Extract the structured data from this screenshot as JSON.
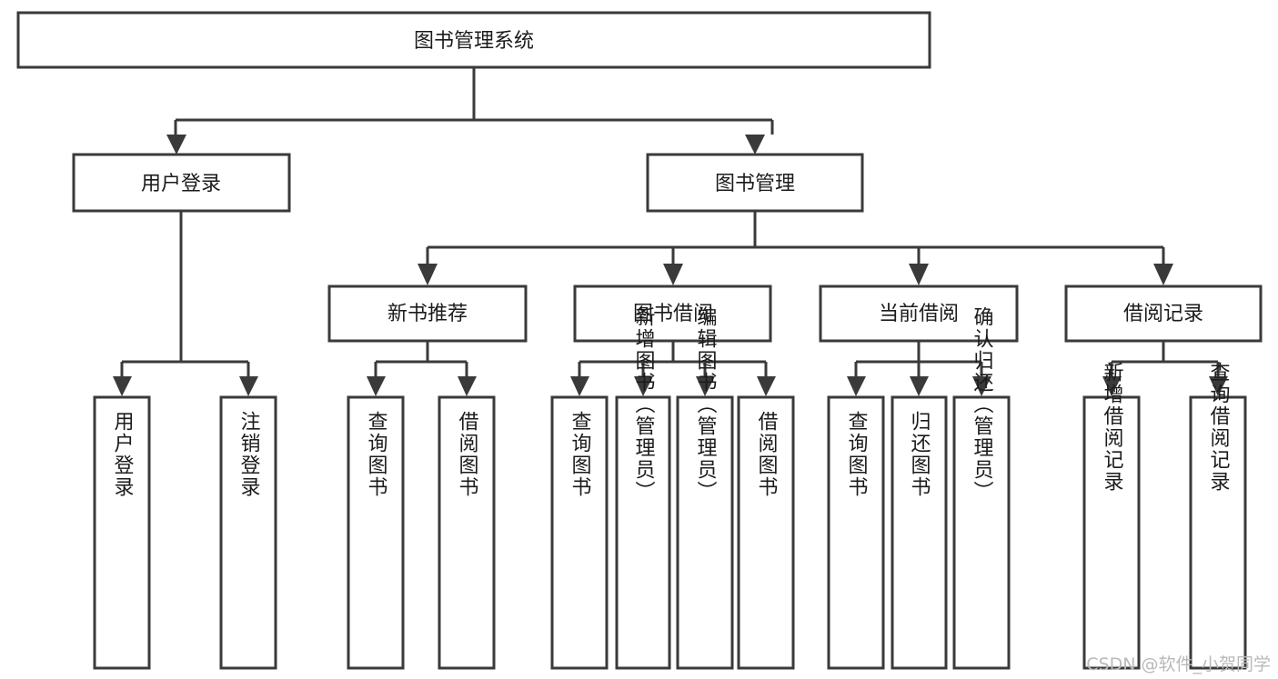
{
  "diagram": {
    "type": "tree",
    "title": "图书管理系统",
    "watermark": "CSDN @软件_小贺同学",
    "colors": {
      "stroke": "#3a3a3a",
      "fill": "#ffffff",
      "text": "#1b1b1b",
      "watermark": "#b9b9b9"
    },
    "levels": {
      "level1": [
        {
          "id": "root",
          "label": "图书管理系统"
        }
      ],
      "level2": [
        {
          "id": "user-login",
          "label": "用户登录"
        },
        {
          "id": "book-manage",
          "label": "图书管理"
        }
      ],
      "level3": [
        {
          "id": "new-book-rec",
          "label": "新书推荐",
          "parent": "book-manage"
        },
        {
          "id": "book-borrow",
          "label": "图书借阅",
          "parent": "book-manage"
        },
        {
          "id": "current-borrow",
          "label": "当前借阅",
          "parent": "book-manage"
        },
        {
          "id": "borrow-record",
          "label": "借阅记录",
          "parent": "book-manage"
        }
      ],
      "leaves": [
        {
          "id": "leaf-user-login",
          "label": "用户登录",
          "parent": "user-login"
        },
        {
          "id": "leaf-logout",
          "label": "注销登录",
          "parent": "user-login"
        },
        {
          "id": "leaf-query-book-1",
          "label": "查询图书",
          "parent": "new-book-rec"
        },
        {
          "id": "leaf-borrow-book-1",
          "label": "借阅图书",
          "parent": "new-book-rec"
        },
        {
          "id": "leaf-query-book-2",
          "label": "查询图书",
          "parent": "book-borrow"
        },
        {
          "id": "leaf-add-book",
          "label": "新增图书（管理员）",
          "parent": "book-borrow"
        },
        {
          "id": "leaf-edit-book",
          "label": "编辑图书（管理员）",
          "parent": "book-borrow"
        },
        {
          "id": "leaf-borrow-book-2",
          "label": "借阅图书",
          "parent": "book-borrow"
        },
        {
          "id": "leaf-query-book-3",
          "label": "查询图书",
          "parent": "current-borrow"
        },
        {
          "id": "leaf-return-book",
          "label": "归还图书",
          "parent": "current-borrow"
        },
        {
          "id": "leaf-confirm-return",
          "label": "确认归还（管理员）",
          "parent": "current-borrow"
        },
        {
          "id": "leaf-add-record",
          "label": "新增借阅记录",
          "parent": "borrow-record"
        },
        {
          "id": "leaf-query-record",
          "label": "查询借阅记录",
          "parent": "borrow-record"
        }
      ]
    }
  }
}
